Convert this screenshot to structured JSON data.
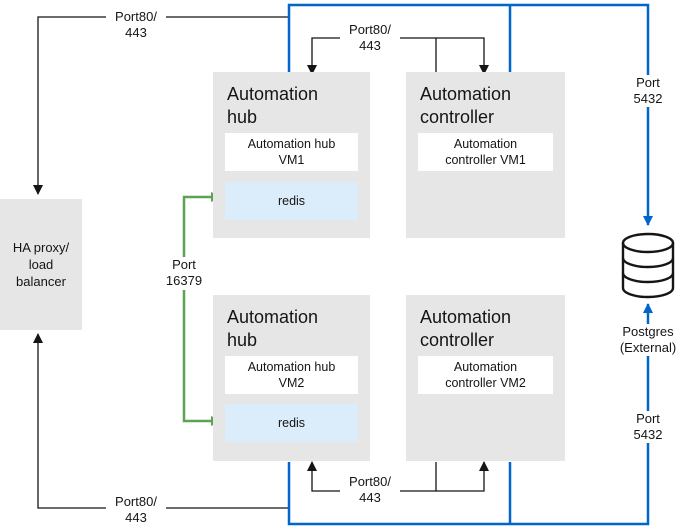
{
  "load_balancer": {
    "label_line1": "HA proxy/",
    "label_line2": "load",
    "label_line3": "balancer"
  },
  "hubs": [
    {
      "title_line1": "Automation",
      "title_line2": "hub",
      "vm_line1": "Automation hub",
      "vm_line2": "VM1",
      "redis": "redis"
    },
    {
      "title_line1": "Automation",
      "title_line2": "hub",
      "vm_line1": "Automation hub",
      "vm_line2": "VM2",
      "redis": "redis"
    }
  ],
  "controllers": [
    {
      "title_line1": "Automation",
      "title_line2": "controller",
      "vm_line1": "Automation",
      "vm_line2": "controller VM1"
    },
    {
      "title_line1": "Automation",
      "title_line2": "controller",
      "vm_line1": "Automation",
      "vm_line2": "controller VM2"
    }
  ],
  "ports": {
    "lb_top": {
      "line1": "Port80/",
      "line2": "443"
    },
    "lb_bottom": {
      "line1": "Port80/",
      "line2": "443"
    },
    "hub_ctrl_top": {
      "line1": "Port80/",
      "line2": "443"
    },
    "hub_ctrl_bottom": {
      "line1": "Port80/",
      "line2": "443"
    },
    "redis": {
      "line1": "Port",
      "line2": "16379"
    },
    "db_top": {
      "line1": "Port",
      "line2": "5432"
    },
    "db_bottom": {
      "line1": "Port",
      "line2": "5432"
    }
  },
  "database": {
    "label_line1": "Postgres",
    "label_line2": "(External)",
    "icon": "database-icon"
  },
  "colors": {
    "blue_line": "#0066cc",
    "green_line": "#5ba352",
    "black_line": "#151515",
    "box_gray": "#e6e6e6",
    "redis_fill": "#dbecfb"
  }
}
